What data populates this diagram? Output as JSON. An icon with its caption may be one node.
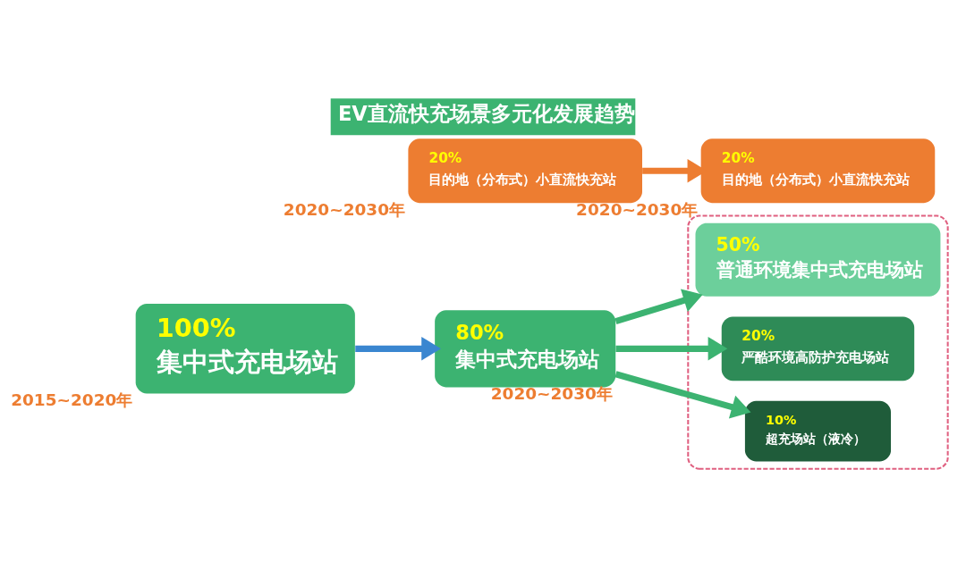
{
  "diagram": {
    "title": "EV直流快充场景多元化发展趋势",
    "nodes": [
      {
        "text": [
          "100%",
          "集中式充电场站"
        ],
        "beside": [
          "2015~2020年"
        ]
      },
      {
        "text": [
          "80%",
          "集中式充电场站"
        ],
        "beside": [
          "2020~2030年"
        ]
      },
      {
        "text": [],
        "shape": "box"
      },
      {
        "text": [
          "50%",
          "普通环境集中式充电场站"
        ],
        "in": 2
      },
      {
        "text": [
          "20%",
          "严酷环境高防护充电场站"
        ],
        "in": 2
      },
      {
        "text": [
          "10%",
          "超充场站（液冷）"
        ],
        "in": 2
      },
      {
        "text": [
          "20%",
          "目的地（分布式）小直流快充站"
        ],
        "beside": [
          "2020~2030年"
        ]
      },
      {
        "text": [
          "20%",
          "目的地（分布式）小直流快充站"
        ],
        "beside": [
          "2020~2030年"
        ]
      }
    ],
    "edges": [
      {
        "from": 0,
        "to": 1,
        "arrow": "to",
        "color": "#3a86d0"
      },
      {
        "from": 1,
        "to": 3,
        "arrow": "to"
      },
      {
        "from": 1,
        "to": 4,
        "arrow": "to"
      },
      {
        "from": 1,
        "to": 5,
        "arrow": "to"
      },
      {
        "from": 6,
        "to": 7,
        "arrow": "to",
        "color": "#ed7d31"
      }
    ]
  }
}
